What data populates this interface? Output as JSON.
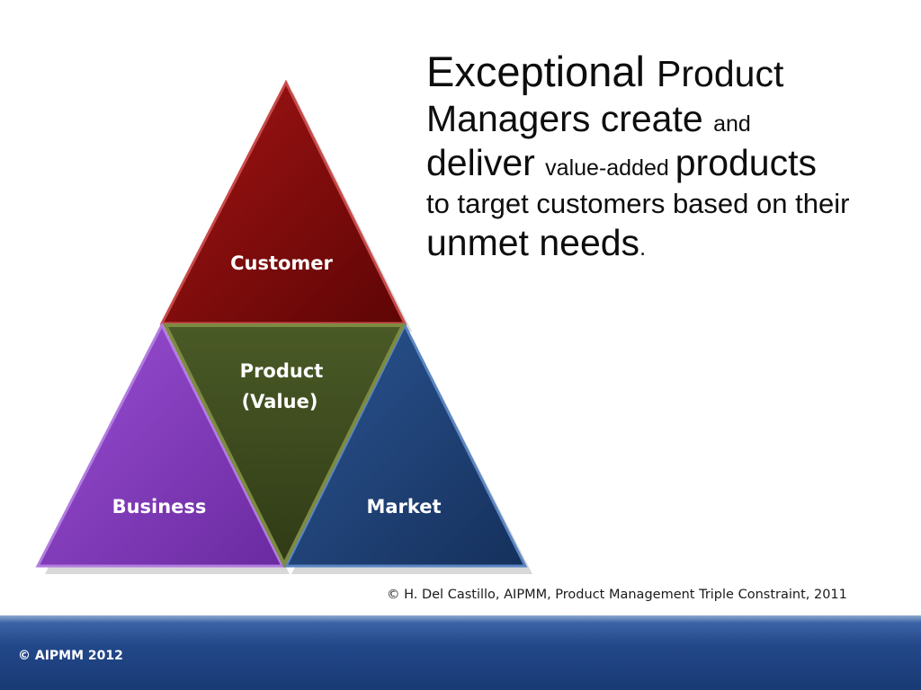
{
  "diagram": {
    "labels": {
      "customer": "Customer",
      "product_line1": "Product",
      "product_line2": "(Value)",
      "business": "Business",
      "market": "Market"
    },
    "colors": {
      "customer": "#7a0a0a",
      "product": "#3e4a1f",
      "business": "#7a35b0",
      "market": "#1f3d6e"
    }
  },
  "statement": {
    "line1_a": "Exceptional ",
    "line1_b": "Product",
    "line2_a": "Managers create ",
    "line2_b": "and",
    "line3_a": "deliver ",
    "line3_b": "value-added ",
    "line3_c": "products",
    "line4": "to target customers based on their",
    "line5_a": "unmet needs",
    "line5_b": "."
  },
  "citation": "© H. Del Castillo, AIPMM, Product Management Triple Constraint, 2011",
  "footer": {
    "copyright": "© AIPMM 2012"
  }
}
